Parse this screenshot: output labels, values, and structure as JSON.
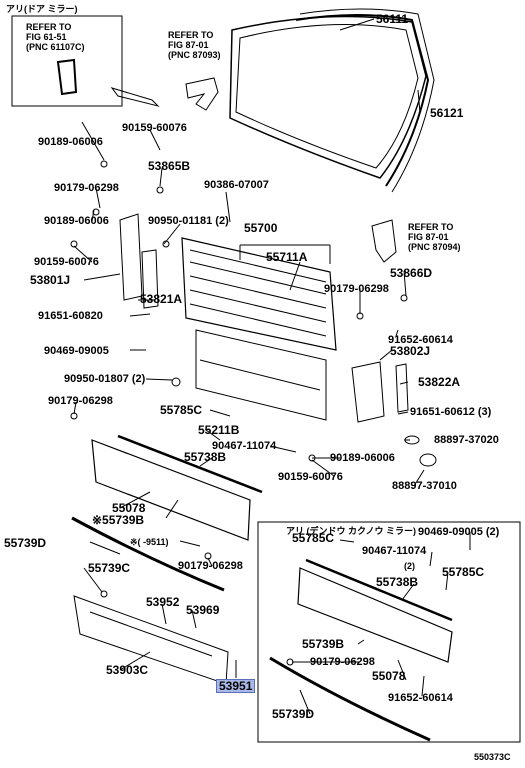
{
  "header": {
    "top_left_variant": "アリ(ドア ミラー)",
    "inset_variant": "アリ (デンドウ カクノウ ミラー)",
    "figure_code": "550373C"
  },
  "refs": {
    "ref1": [
      "REFER TO",
      "FIG 61-51",
      "(PNC 61107C)"
    ],
    "ref2": [
      "REFER TO",
      "FIG 87-01",
      "(PNC 87093)"
    ],
    "ref3": [
      "REFER TO",
      "FIG 87-01",
      "(PNC 87094)"
    ]
  },
  "parts": {
    "p56111": "56111",
    "p56121": "56121",
    "p90159_60076_a": "90159-60076",
    "p90189_06006_a": "90189-06006",
    "p53865B": "53865B",
    "p90179_06298_a": "90179-06298",
    "p90386_07007": "90386-07007",
    "p90189_06006_b": "90189-06006",
    "p90950_01181": "90950-01181 (2)",
    "p55700": "55700",
    "p90159_60076_b": "90159-60076",
    "p55711A": "55711A",
    "p53801J": "53801J",
    "p53866D": "53866D",
    "p53821A": "53821A",
    "p90179_06298_b": "90179-06298",
    "p91651_60820": "91651-60820",
    "p91652_60614_a": "91652-60614",
    "p90469_09005_a": "90469-09005",
    "p53802J": "53802J",
    "p90950_01807": "90950-01807 (2)",
    "p53822A": "53822A",
    "p90179_06298_c": "90179-06298",
    "p55785C_a": "55785C",
    "p91651_60612": "91651-60612 (3)",
    "p55211B": "55211B",
    "p90467_11074_a": "90467-11074",
    "p88897_37020": "88897-37020",
    "p55738B_a": "55738B",
    "p90189_06006_c": "90189-06006",
    "p90159_60076_c": "90159-60076",
    "p88897_37010": "88897-37010",
    "p55078_a": "55078",
    "p55739B_a": "※55739B",
    "p55739D_a": "55739D",
    "p9511": "※(    -9511)",
    "p55739C": "55739C",
    "p90179_06298_d": "90179-06298",
    "p53952": "53952",
    "p53969": "53969",
    "p53903C": "53903C",
    "p53951": "53951",
    "p55785C_b": "55785C",
    "p90469_09005_b": "90469-09005 (2)",
    "p90467_11074_b": "90467-11074",
    "p2": "(2)",
    "p55738B_b": "55738B",
    "p55785C_c": "55785C",
    "p55739B_b": "55739B",
    "p90179_06298_e": "90179-06298",
    "p55078_b": "55078",
    "p91652_60614_b": "91652-60614",
    "p55739D_b": "55739D"
  },
  "colors": {
    "line": "#000000",
    "highlight": "#a9b8e8"
  }
}
